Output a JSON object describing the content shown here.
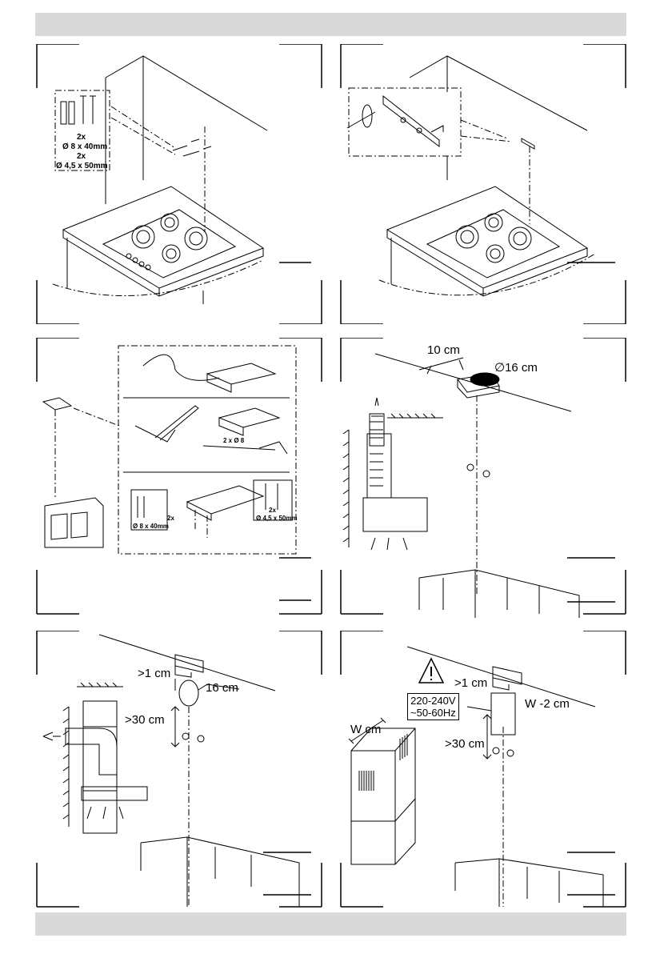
{
  "panel1": {
    "qty_a": "2x",
    "plug": "Ø 8 x 40mm",
    "qty_b": "2x",
    "screw": "Ø 4,5 x 50mm"
  },
  "panel3": {
    "drill": "2 x Ø 8",
    "qty_a": "2x",
    "plug": "Ø 8 x 40mm",
    "qty_b": "2x",
    "screw": "Ø 4,5 x 50mm"
  },
  "panel4": {
    "offset": "10 cm",
    "diameter": "∅16 cm"
  },
  "panel5": {
    "gap": ">1 cm",
    "duct": "16 cm",
    "height": ">30 cm"
  },
  "panel6": {
    "gap": ">1 cm",
    "voltage": "220-240V",
    "frequency": "~50-60Hz",
    "width_minus": "W -2 cm",
    "height": ">30 cm",
    "width": "W cm"
  }
}
